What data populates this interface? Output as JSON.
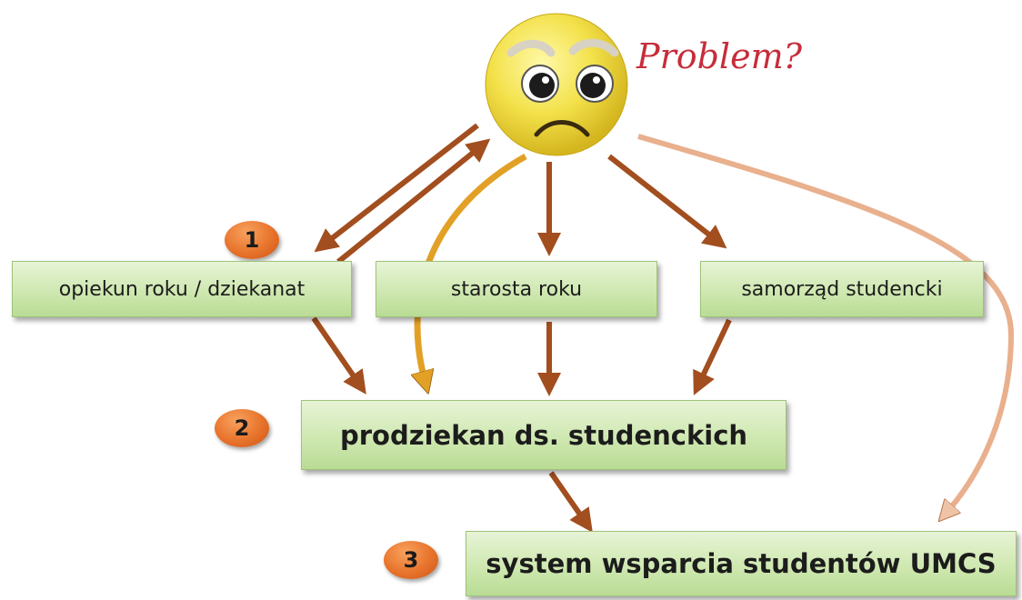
{
  "problem_label": "Problem?",
  "emoji": "worried-face-icon",
  "levels": [
    {
      "number": "1",
      "nodes": [
        "opiekun roku / dziekanat",
        "starosta roku",
        "samorząd studencki"
      ]
    },
    {
      "number": "2",
      "nodes": [
        "prodziekan ds. studenckich"
      ]
    },
    {
      "number": "3",
      "nodes": [
        "system wsparcia studentów UMCS"
      ]
    }
  ],
  "colors": {
    "arrow_brown": "#a24e1f",
    "arrow_gold": "#e2a126",
    "arrow_light": "#e9b08e",
    "box_fill": "#cfe8b1",
    "badge_orange": "#e8732b",
    "problem_text": "#c62d3a"
  }
}
